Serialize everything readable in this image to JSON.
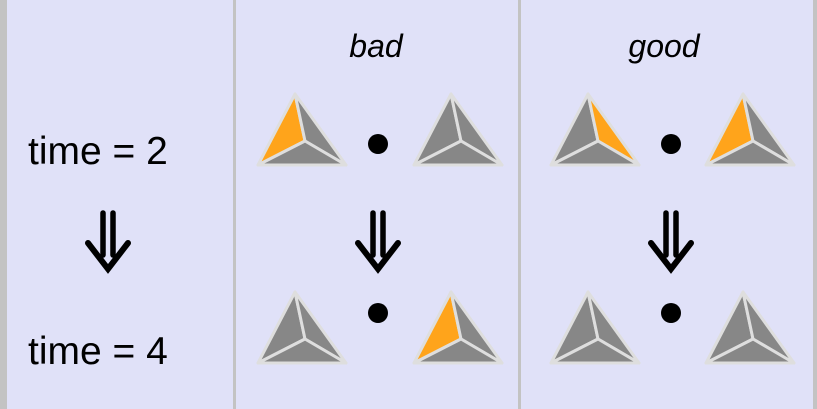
{
  "row_labels": {
    "time_top": "time = 2",
    "time_bottom": "time = 4"
  },
  "columns": {
    "bad": {
      "header": "bad",
      "time2": {
        "left_highlight": "left",
        "right_highlight": "none"
      },
      "time4": {
        "left_highlight": "none",
        "right_highlight": "left"
      }
    },
    "good": {
      "header": "good",
      "time2": {
        "left_highlight": "right",
        "right_highlight": "left"
      },
      "time4": {
        "left_highlight": "none",
        "right_highlight": "none"
      }
    }
  },
  "icons": {
    "arrow": "double-down-arrow-icon",
    "pyramid": "tetrahedron-icon",
    "center": "dot-icon"
  },
  "colors": {
    "background": "#e0e1f8",
    "divider": "#c3c3c3",
    "tetra_face": "#878787",
    "tetra_edge": "#dedede",
    "highlight": "#ffa41b",
    "dot": "#000000"
  }
}
